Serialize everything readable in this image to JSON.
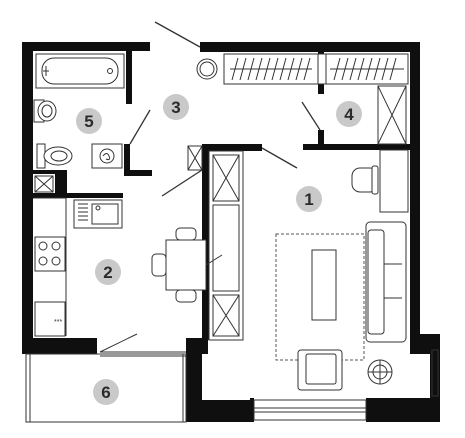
{
  "rooms": [
    {
      "id": "1",
      "label": "1",
      "cx": 0,
      "cy": 0
    },
    {
      "id": "2",
      "label": "2"
    },
    {
      "id": "3",
      "label": "3"
    },
    {
      "id": "4",
      "label": "4"
    },
    {
      "id": "5",
      "label": "5"
    },
    {
      "id": "6",
      "label": "6"
    }
  ],
  "colors": {
    "wall": "#0f0f0f",
    "badge": "#c9c9c9",
    "line": "#333333",
    "floor": "#ffffff"
  },
  "icons": {
    "bathtub": "bathtub-icon",
    "sink": "sink-icon",
    "toilet": "toilet-icon",
    "washer": "washing-machine-icon",
    "boiler": "boiler-icon",
    "stove": "stove-icon",
    "kitchen_sink": "kitchen-sink-icon",
    "fridge": "fridge-icon",
    "dining": "dining-table-icon",
    "wardrobe": "wardrobe-icon",
    "sofa": "sofa-icon",
    "armchair": "armchair-icon",
    "lamp": "lamp-icon",
    "desk_chair": "chair-icon",
    "rug": "rug-icon",
    "cabinet": "cabinet-icon"
  }
}
